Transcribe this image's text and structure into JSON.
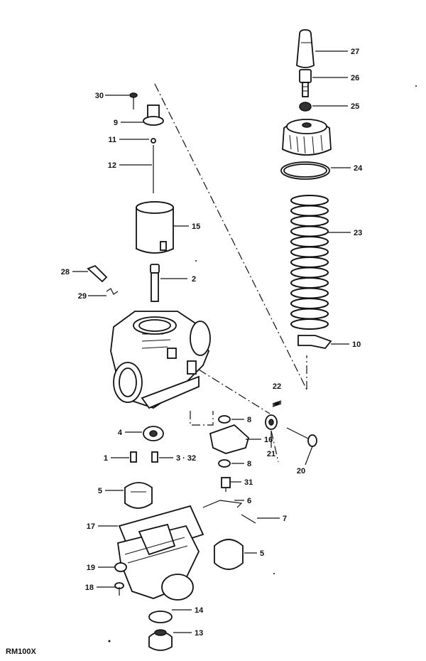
{
  "diagram": {
    "code": "RM100X",
    "callouts": [
      {
        "id": "27",
        "text": "27"
      },
      {
        "id": "26",
        "text": "26"
      },
      {
        "id": "25",
        "text": "25"
      },
      {
        "id": "24",
        "text": "24"
      },
      {
        "id": "23",
        "text": "23"
      },
      {
        "id": "10",
        "text": "10"
      },
      {
        "id": "30",
        "text": "30"
      },
      {
        "id": "9",
        "text": "9"
      },
      {
        "id": "11",
        "text": "11"
      },
      {
        "id": "12",
        "text": "12"
      },
      {
        "id": "15",
        "text": "15"
      },
      {
        "id": "28",
        "text": "28"
      },
      {
        "id": "2",
        "text": "2"
      },
      {
        "id": "29",
        "text": "29"
      },
      {
        "id": "22",
        "text": "22"
      },
      {
        "id": "8a",
        "text": "8"
      },
      {
        "id": "4",
        "text": "4"
      },
      {
        "id": "16",
        "text": "16"
      },
      {
        "id": "21",
        "text": "21"
      },
      {
        "id": "20",
        "text": "20"
      },
      {
        "id": "1",
        "text": "1"
      },
      {
        "id": "3",
        "text": "3 · 32"
      },
      {
        "id": "8b",
        "text": "8"
      },
      {
        "id": "31",
        "text": "31"
      },
      {
        "id": "5a",
        "text": "5"
      },
      {
        "id": "6",
        "text": "6"
      },
      {
        "id": "7",
        "text": "7"
      },
      {
        "id": "17",
        "text": "17"
      },
      {
        "id": "5b",
        "text": "5"
      },
      {
        "id": "19",
        "text": "19"
      },
      {
        "id": "18",
        "text": "18"
      },
      {
        "id": "14",
        "text": "14"
      },
      {
        "id": "13",
        "text": "13"
      }
    ]
  }
}
